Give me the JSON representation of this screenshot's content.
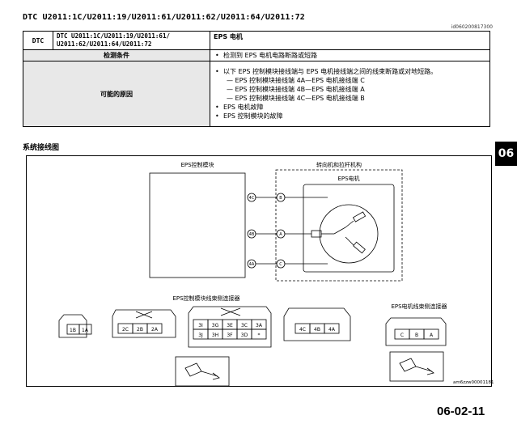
{
  "title": "DTC U2011:1C/U2011:19/U2011:61/U2011:62/U2011:64/U2011:72",
  "doc_id": "id060200817300",
  "table": {
    "dtc_label": "DTC",
    "dtc_codes_line1": "DTC U2011:1C/U2011:19/U2011:61/",
    "dtc_codes_line2": "U2011:62/U2011:64/U2011:72",
    "component": "EPS 电机",
    "detect_label": "检测条件",
    "detect_text": "检测到 EPS 电机电路断路或短路",
    "cause_label": "可能的原因",
    "causes": [
      "以下 EPS 控制模块接线端与 EPS 电机接线端之间的线束断路或对地短路。",
      "— EPS 控制模块接线端 4A—EPS 电机接线端 C",
      "— EPS 控制模块接线端 4B—EPS 电机接线端 A",
      "— EPS 控制模块接线端 4C—EPS 电机接线端 B",
      "EPS 电机故障",
      "EPS 控制模块的故障"
    ]
  },
  "section_title": "系统接线图",
  "side_tab": "06",
  "diagram": {
    "module_label": "EPS控制模块",
    "gear_label": "转向机和拉杆机构",
    "motor_label": "EPS电机",
    "module_terminals": [
      "4C",
      "4B",
      "4A"
    ],
    "motor_terminals": [
      "B",
      "A",
      "C"
    ],
    "module_connector_label": "EPS控制模块线束侧连接器",
    "motor_connector_label": "EPS电机线束侧连接器",
    "conn1_pins": [
      "1B",
      "1A"
    ],
    "conn2_pins": [
      "2C",
      "2B",
      "2A"
    ],
    "conn3_row1": [
      "3I",
      "3G",
      "3E",
      "3C",
      "3A"
    ],
    "conn3_row2": [
      "3J",
      "3H",
      "3F",
      "3D",
      "*"
    ],
    "conn4_pins": [
      "4C",
      "4B",
      "4A"
    ],
    "motor_conn_pins": [
      "C",
      "B",
      "A"
    ]
  },
  "figure_id": "am6zzw00001181",
  "page_number": "06-02-11"
}
